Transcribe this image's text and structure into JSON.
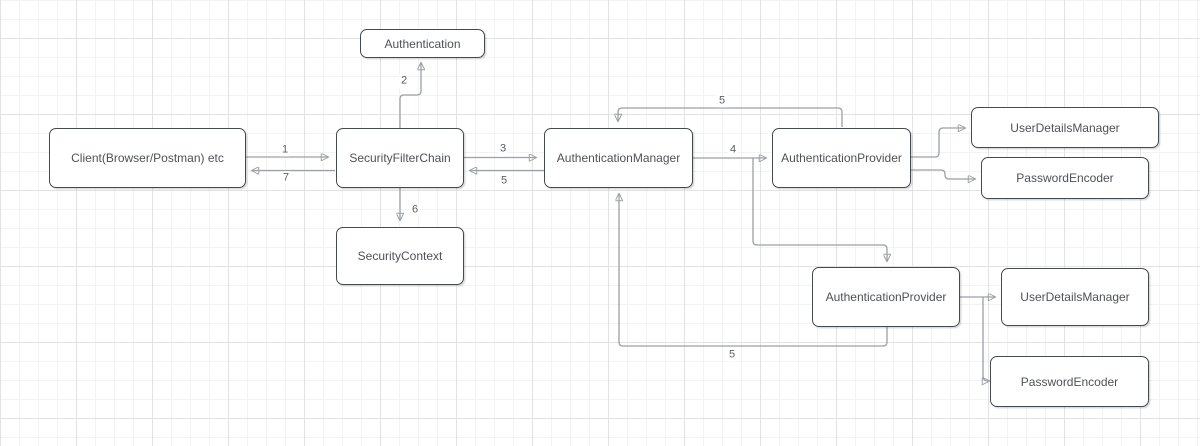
{
  "diagram": {
    "type": "flow-diagram",
    "subject": "Spring Security authentication flow",
    "colors": {
      "canvas_background": "#ffffff",
      "grid_minor": "#f3f3f3",
      "grid_major": "#e2e2e2",
      "node_border": "#454a51",
      "node_fill": "#ffffff",
      "node_text": "#4e5256",
      "connector": "#9aa0a8",
      "arrowhead": "#34383e",
      "edge_label_text": "#5b5f63"
    },
    "nodes": {
      "client": {
        "label": "Client(Browser/Postman) etc"
      },
      "security_filter_chain": {
        "label": "SecurityFilterChain"
      },
      "authentication": {
        "label": "Authentication"
      },
      "authentication_manager": {
        "label": "AuthenticationManager"
      },
      "authentication_provider_1": {
        "label": "AuthenticationProvider"
      },
      "user_details_manager_1": {
        "label": "UserDetailsManager"
      },
      "password_encoder_1": {
        "label": "PasswordEncoder"
      },
      "authentication_provider_2": {
        "label": "AuthenticationProvider"
      },
      "user_details_manager_2": {
        "label": "UserDetailsManager"
      },
      "password_encoder_2": {
        "label": "PasswordEncoder"
      },
      "security_context": {
        "label": "SecurityContext"
      }
    },
    "edges": [
      {
        "from": "client",
        "to": "security_filter_chain",
        "label": "1"
      },
      {
        "from": "security_filter_chain",
        "to": "authentication",
        "label": "2"
      },
      {
        "from": "security_filter_chain",
        "to": "authentication_manager",
        "label": "3"
      },
      {
        "from": "authentication_manager",
        "to": "authentication_provider_1",
        "label": "4"
      },
      {
        "from": "authentication_manager",
        "to": "authentication_provider_2",
        "label": ""
      },
      {
        "from": "authentication_provider_1",
        "to": "authentication_manager",
        "label": "5"
      },
      {
        "from": "authentication_provider_2",
        "to": "authentication_manager",
        "label": "5"
      },
      {
        "from": "authentication_manager",
        "to": "security_filter_chain",
        "label": "5"
      },
      {
        "from": "security_filter_chain",
        "to": "security_context",
        "label": "6"
      },
      {
        "from": "security_filter_chain",
        "to": "client",
        "label": "7"
      },
      {
        "from": "authentication_provider_1",
        "to": "user_details_manager_1",
        "label": ""
      },
      {
        "from": "authentication_provider_1",
        "to": "password_encoder_1",
        "label": ""
      },
      {
        "from": "authentication_provider_2",
        "to": "user_details_manager_2",
        "label": ""
      },
      {
        "from": "authentication_provider_2",
        "to": "password_encoder_2",
        "label": ""
      }
    ]
  }
}
